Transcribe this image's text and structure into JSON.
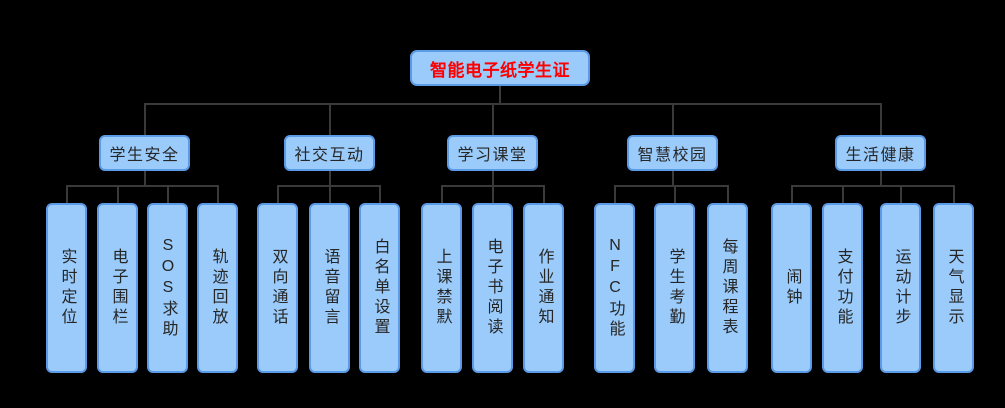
{
  "diagram": {
    "type": "mindmap-tree",
    "background_color": "#000000",
    "node_fill_color": "#9acbfb",
    "node_border_color": "#5b9ae6",
    "connector_color": "#3a3a3a",
    "root_text_color": "#ff0000",
    "node_text_color": "#262626",
    "root": {
      "label": "智能电子纸学生证"
    },
    "branches": [
      {
        "label": "学生安全",
        "leaves": [
          {
            "label": "实时定位"
          },
          {
            "label": "电子围栏"
          },
          {
            "label": "SOS求助"
          },
          {
            "label": "轨迹回放"
          }
        ]
      },
      {
        "label": "社交互动",
        "leaves": [
          {
            "label": "双向通话"
          },
          {
            "label": "语音留言"
          },
          {
            "label": "白名单设置"
          }
        ]
      },
      {
        "label": "学习课堂",
        "leaves": [
          {
            "label": "上课禁默"
          },
          {
            "label": "电子书阅读"
          },
          {
            "label": "作业通知"
          }
        ]
      },
      {
        "label": "智慧校园",
        "leaves": [
          {
            "label": "NFC功能"
          },
          {
            "label": "学生考勤"
          },
          {
            "label": "每周课程表"
          }
        ]
      },
      {
        "label": "生活健康",
        "leaves": [
          {
            "label": "闹钟"
          },
          {
            "label": "支付功能"
          },
          {
            "label": "运动计步"
          },
          {
            "label": "天气显示"
          }
        ]
      }
    ]
  }
}
